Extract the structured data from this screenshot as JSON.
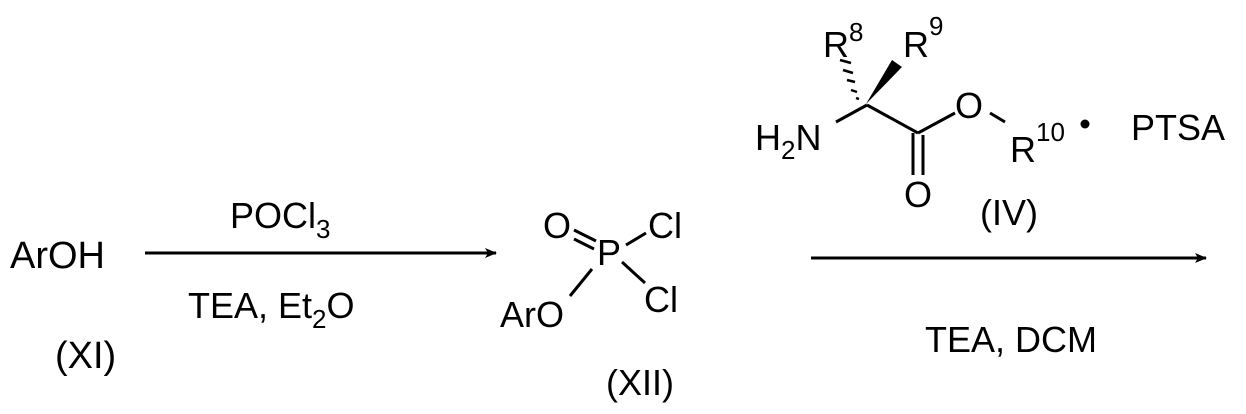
{
  "scheme": {
    "colors": {
      "ink": "#000000",
      "background": "#ffffff"
    },
    "step1": {
      "reactant": {
        "formula": "ArOH",
        "label": "(XI)"
      },
      "reagent_above": {
        "main": "POCl",
        "sub": "3"
      },
      "reagent_below": {
        "prefix": "TEA, Et",
        "sub": "2",
        "suffix": "O"
      }
    },
    "intermediate": {
      "label": "(XII)",
      "atoms": {
        "oxo": "O",
        "phosphorus": "P",
        "chloro_top": "Cl",
        "chloro_bottom": "Cl",
        "aryloxy": "ArO"
      }
    },
    "step2": {
      "reagent_compound": {
        "label": "(IV)",
        "atoms": {
          "amine_main": "H",
          "amine_sub": "2",
          "amine_tail": "N",
          "r8": "R",
          "r8_sup": "8",
          "r9": "R",
          "r9_sup": "9",
          "carbonyl_o": "O",
          "ester_o": "O",
          "r10": "R",
          "r10_sup": "10",
          "salt_dot": "•",
          "salt": "PTSA"
        }
      },
      "reagent_below": "TEA, DCM"
    }
  }
}
